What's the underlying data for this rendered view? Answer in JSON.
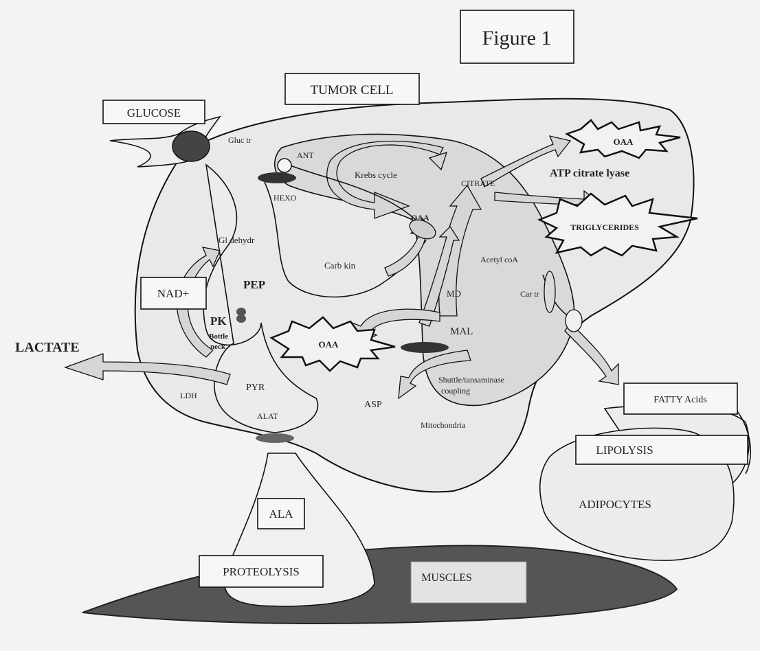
{
  "figure_label": "Figure 1",
  "title_box": "TUMOR CELL",
  "glucose": "GLUCOSE",
  "labels": {
    "gluc_tr": "Gluc tr",
    "ant": "ANT",
    "hexo": "HEXO",
    "krebs": "Krebs cycle",
    "citrate": "CITRATE",
    "atp_citrate_lyase": "ATP citrate lyase",
    "oaa_top": "OAA",
    "triglycerides": "TRIGLYCERIDES",
    "oaa_mito": "OAA",
    "gl_dehydr": "Gl dehydr",
    "pep": "PEP",
    "carb_kin": "Carb kin",
    "acetyl_coa": "Acetyl coA",
    "nad": "NAD+",
    "pk": "PK",
    "bottle": "Bottle",
    "neck": "neck",
    "md": "MD",
    "car_tr": "Car tr",
    "oaa_mid": "OAA",
    "mal": "MAL",
    "lactate": "LACTATE",
    "shuttle1": "Shuttle/tansaminase",
    "shuttle2": "coupling",
    "ldh": "LDH",
    "pyr": "PYR",
    "asp": "ASP",
    "alat": "ALAT",
    "mitochondria": "Mitochondria",
    "fatty_acids": "FATTY Acids",
    "lipolysis": "LIPOLYSIS",
    "adipocytes": "ADIPOCYTES",
    "ala": "ALA",
    "proteolysis": "PROTEOLYSIS",
    "muscles": "MUSCLES"
  }
}
